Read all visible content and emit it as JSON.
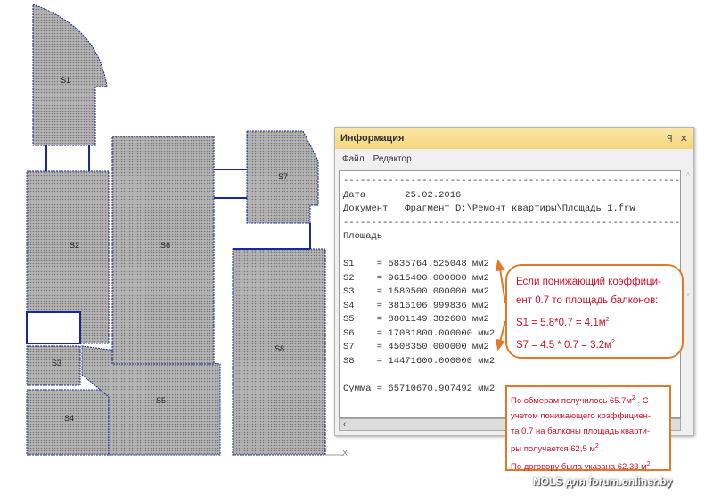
{
  "plan": {
    "rooms": [
      "S1",
      "S2",
      "S3",
      "S4",
      "S5",
      "S6",
      "S7",
      "S8"
    ],
    "axis_label": "X"
  },
  "window": {
    "title": "Информация",
    "pin_icon": "pin-icon",
    "close_icon": "close-icon",
    "menu": [
      "Файл",
      "Редактор"
    ],
    "lines": [
      "-------------------------------------------------------------------",
      "Дата       25.02.2016",
      "Документ   Фрагмент D:\\Ремонт квартиры\\Площадь 1.frw",
      "-------------------------------------------------------------------",
      "Площадь",
      "",
      "S1    = 5835764.525048 мм2",
      "S2    = 9615400.000000 мм2",
      "S3    = 1580500.000000 мм2",
      "S4    = 3816106.999836 мм2",
      "S5    = 8801149.382608 мм2",
      "S6    = 17081800.000000 мм2",
      "S7    = 4508350.000000 мм2",
      "S8    = 14471600.000000 мм2",
      "",
      "Сумма = 65710670.907492 мм2"
    ]
  },
  "callout1": {
    "line1": "Если понижающий коэффици-",
    "line2": "ент 0.7 то площадь балконов:",
    "line3": "S1 = 5.8*0.7 = 4.1м",
    "line4": "S7 = 4.5 * 0.7 = 3.2м",
    "sup": "2"
  },
  "callout2": {
    "line1": "По обмерам получилось 65.7м",
    "line1b": " .  С",
    "line2": "учетом понижающего коэффициен-",
    "line3": "та 0.7 на балконы площадь кварти-",
    "line4": "ры получается 62,5 м",
    "line4b": " .",
    "line5": "По договору была указана 62.33 м",
    "sup": "2"
  },
  "watermark": "NOLS для forum.onliner.by",
  "colors": {
    "accent": "#e07a2a",
    "callout_text": "#d0102a",
    "wall": "#1a2a9a",
    "fill": "#a9a9a9"
  }
}
